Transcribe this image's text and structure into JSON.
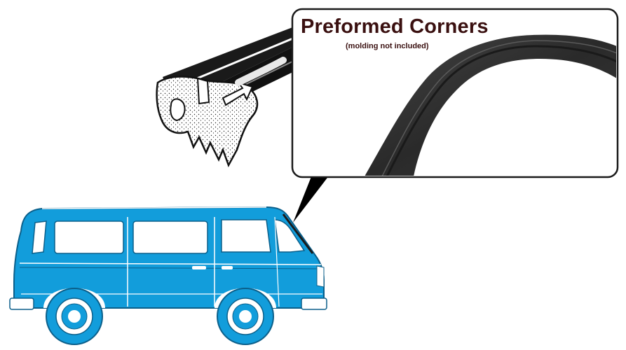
{
  "callout": {
    "title": "Preformed Corners",
    "subtitle": "(molding not included)"
  },
  "colors": {
    "van_body": "#129ddb",
    "van_outline": "#0b5f8a",
    "seal_rubber": "#2b2b2b",
    "callout_border": "#1a1a1a",
    "title_text": "#3a1010"
  },
  "illustrations": {
    "van": "van-side-view",
    "seal_cutaway": "seal-profile-cutaway",
    "seal_photo": "preformed-corner-seal"
  }
}
